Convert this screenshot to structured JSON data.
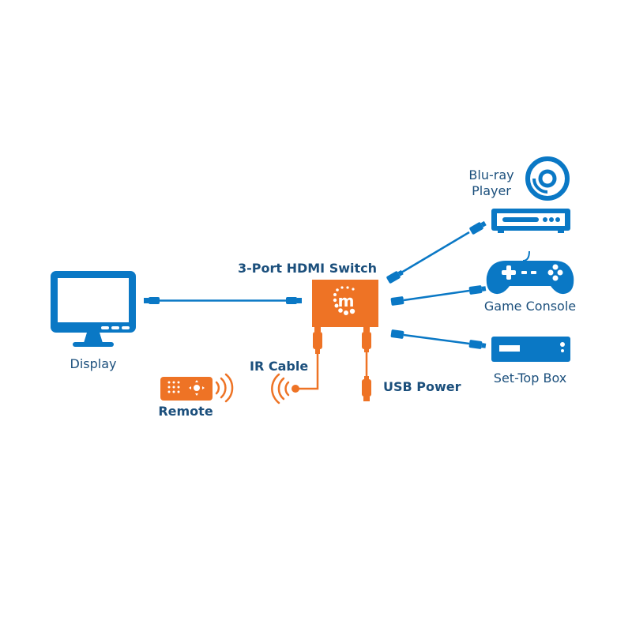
{
  "colors": {
    "blue": "#0a78c5",
    "orange": "#ee7325",
    "label_text": "#1b4f7c"
  },
  "labels": {
    "display": "Display",
    "switch": "3-Port HDMI Switch",
    "bluray_line1": "Blu-ray",
    "bluray_line2": "Player",
    "game_console": "Game Console",
    "set_top_box": "Set-Top Box",
    "ir_cable": "IR Cable",
    "usb_power": "USB Power",
    "remote": "Remote"
  },
  "icons": {
    "display": "monitor-icon",
    "switch": "hdmi-switch-icon",
    "switch_logo": "m-logo-icon",
    "bluray_disc": "disc-icon",
    "bluray_deck": "bluray-player-icon",
    "game_console": "gamepad-icon",
    "set_top_box": "set-top-box-icon",
    "remote": "remote-control-icon",
    "ir_receiver": "ir-signal-icon"
  },
  "connections": [
    {
      "from": "display",
      "to": "switch",
      "type": "HDMI cable"
    },
    {
      "from": "switch",
      "to": "bluray_player",
      "type": "HDMI cable"
    },
    {
      "from": "switch",
      "to": "game_console",
      "type": "HDMI cable"
    },
    {
      "from": "switch",
      "to": "set_top_box",
      "type": "HDMI cable"
    },
    {
      "from": "switch",
      "to": "ir_cable",
      "type": "IR cable"
    },
    {
      "from": "switch",
      "to": "usb_power",
      "type": "USB cable"
    }
  ]
}
